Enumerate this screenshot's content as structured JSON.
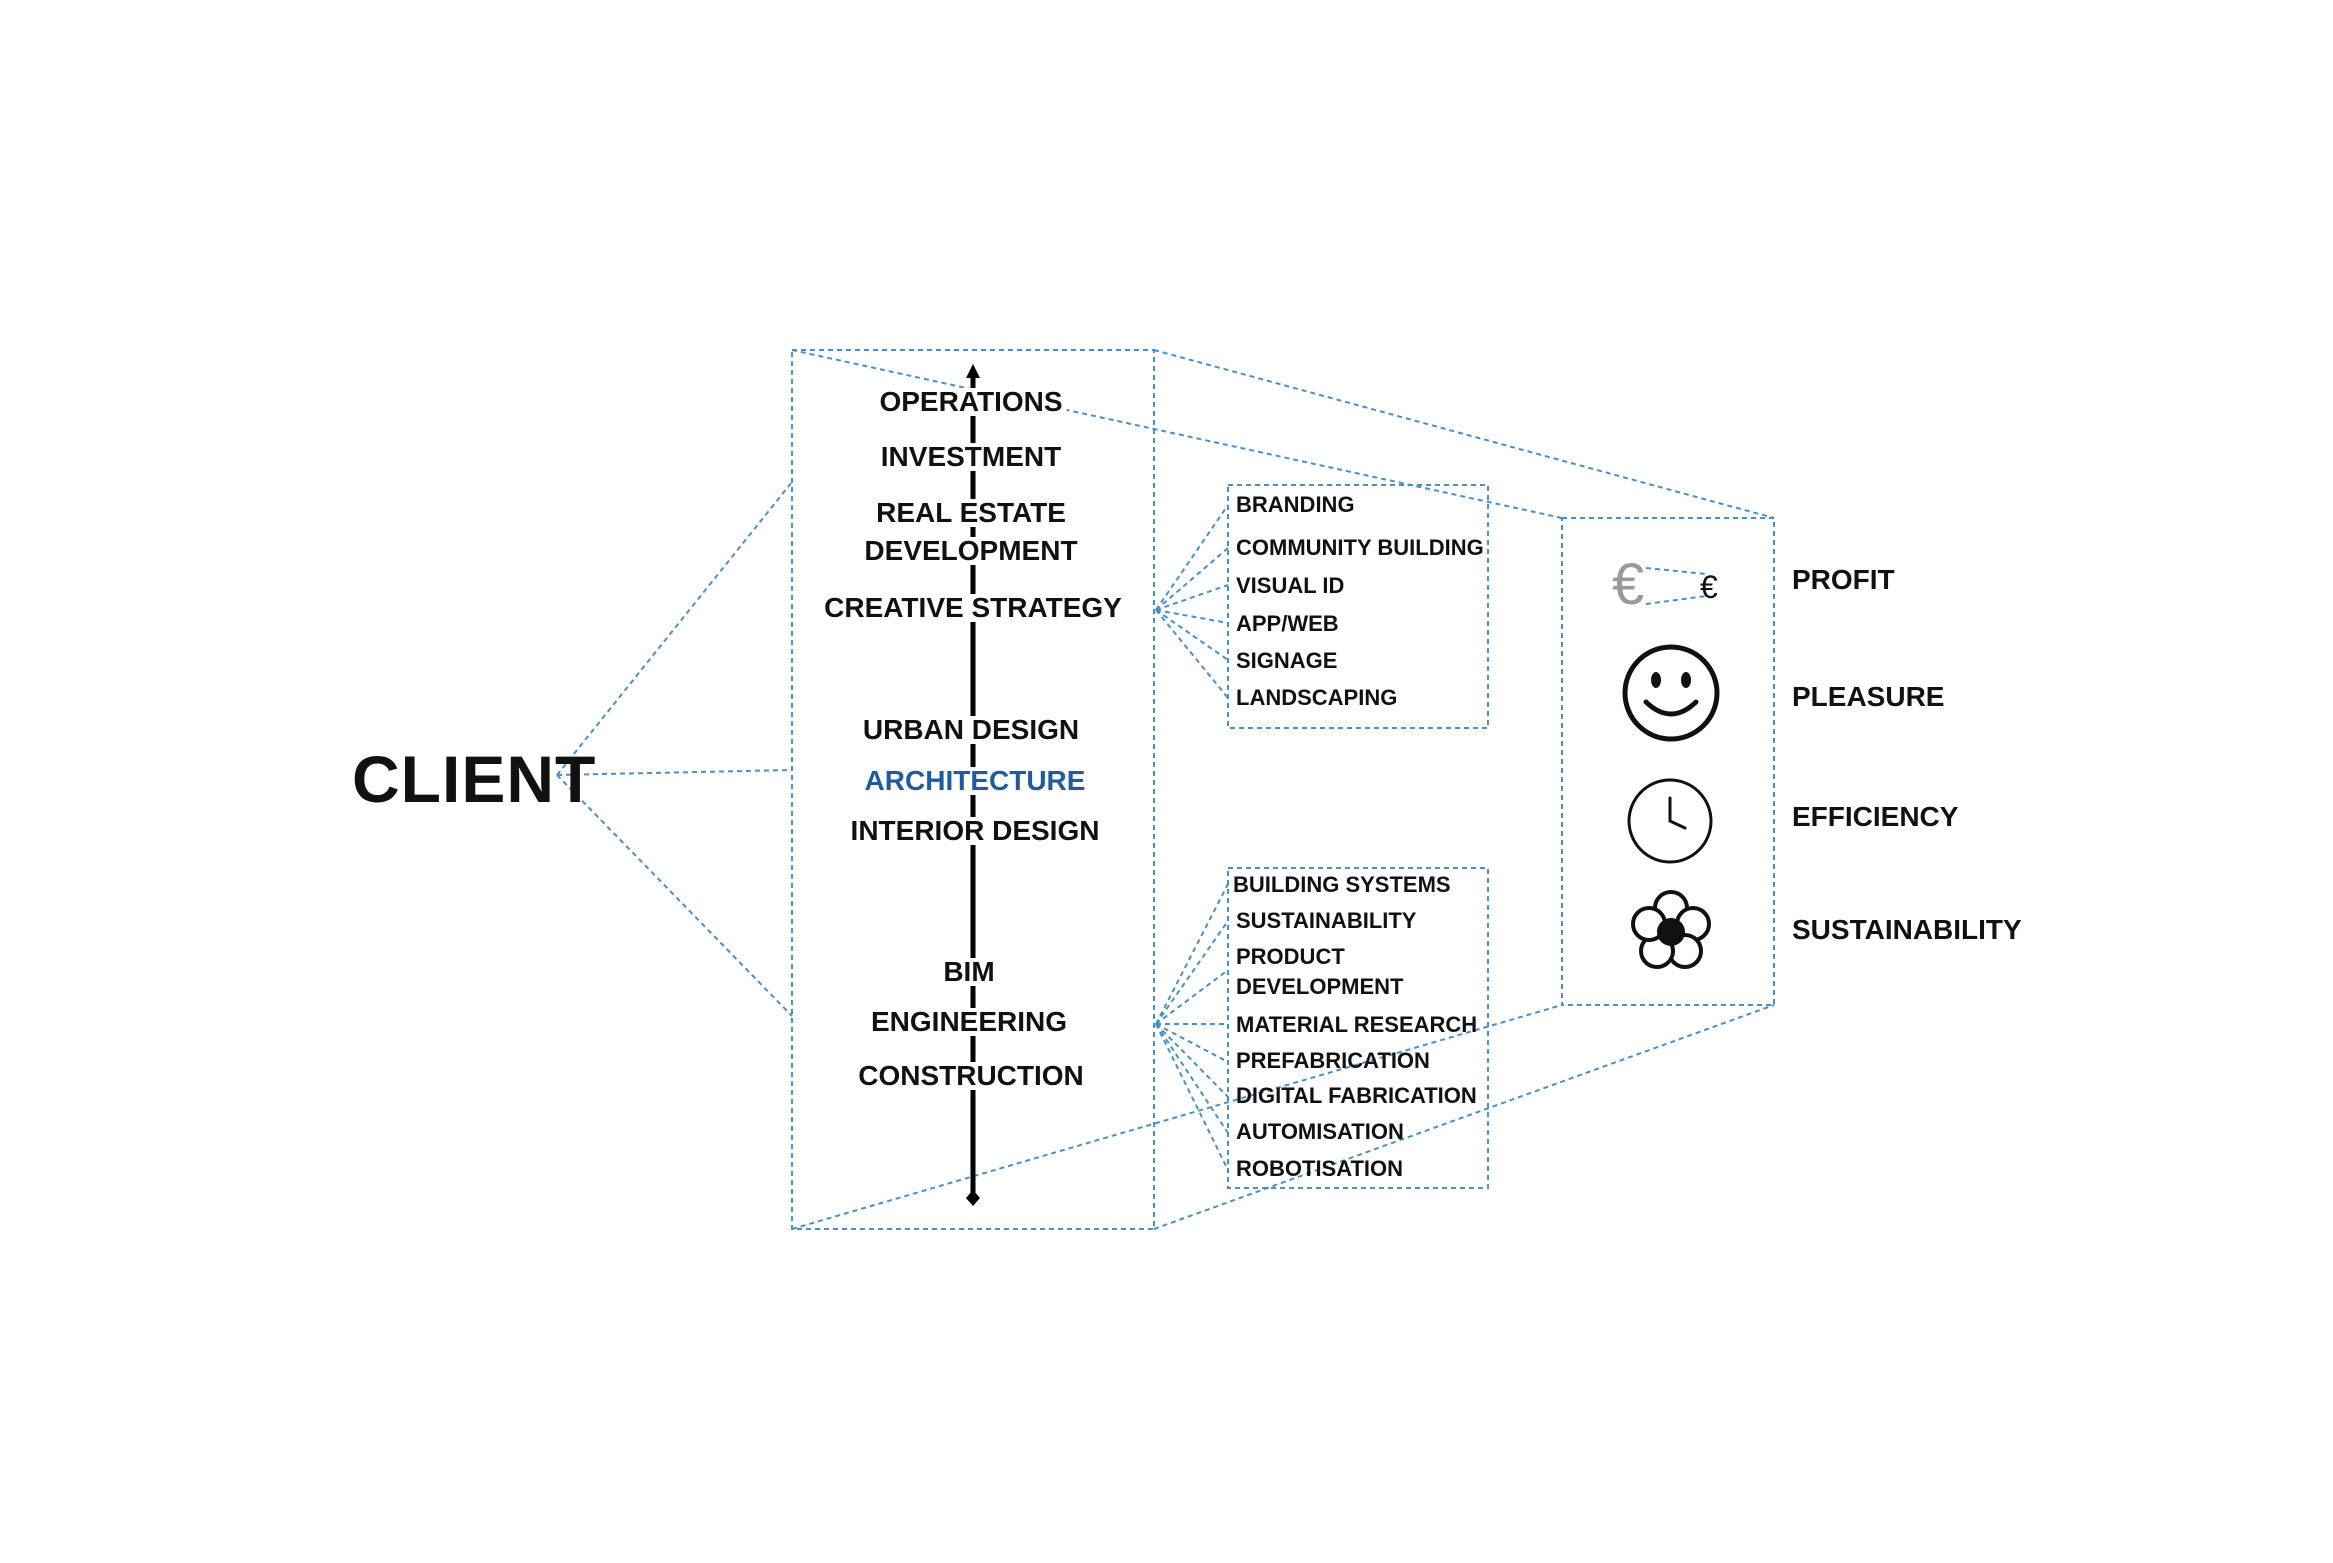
{
  "client": {
    "label": "CLIENT"
  },
  "chain": [
    {
      "label": "OPERATIONS"
    },
    {
      "label": "INVESTMENT"
    },
    {
      "label": "REAL ESTATE"
    },
    {
      "label": "DEVELOPMENT"
    },
    {
      "label": "CREATIVE STRATEGY"
    },
    {
      "label": "URBAN DESIGN"
    },
    {
      "label": "ARCHITECTURE",
      "highlight": true
    },
    {
      "label": "INTERIOR DESIGN"
    },
    {
      "label": "BIM"
    },
    {
      "label": "ENGINEERING"
    },
    {
      "label": "CONSTRUCTION"
    }
  ],
  "strategy_services": [
    {
      "label": "BRANDING"
    },
    {
      "label": "COMMUNITY BUILDING"
    },
    {
      "label": "VISUAL ID"
    },
    {
      "label": "APP/WEB"
    },
    {
      "label": "SIGNAGE"
    },
    {
      "label": "LANDSCAPING"
    }
  ],
  "engineering_services": [
    {
      "label": "BUILDING SYSTEMS"
    },
    {
      "label": "SUSTAINABILITY"
    },
    {
      "label": "PRODUCT"
    },
    {
      "label": "DEVELOPMENT"
    },
    {
      "label": "MATERIAL RESEARCH"
    },
    {
      "label": "PREFABRICATION"
    },
    {
      "label": "DIGITAL FABRICATION"
    },
    {
      "label": "AUTOMISATION"
    },
    {
      "label": "ROBOTISATION"
    }
  ],
  "values": [
    {
      "label": "PROFIT",
      "icon": "euro-icon"
    },
    {
      "label": "PLEASURE",
      "icon": "smiley-icon"
    },
    {
      "label": "EFFICIENCY",
      "icon": "clock-icon"
    },
    {
      "label": "SUSTAINABILITY",
      "icon": "flower-icon"
    }
  ],
  "icons": {
    "euro_symbol": "€"
  },
  "colors": {
    "dashed_lines": "#4a8fc6",
    "highlight": "#1f5c9e",
    "text": "#111111",
    "euro_faded": "#9a9a9a"
  }
}
